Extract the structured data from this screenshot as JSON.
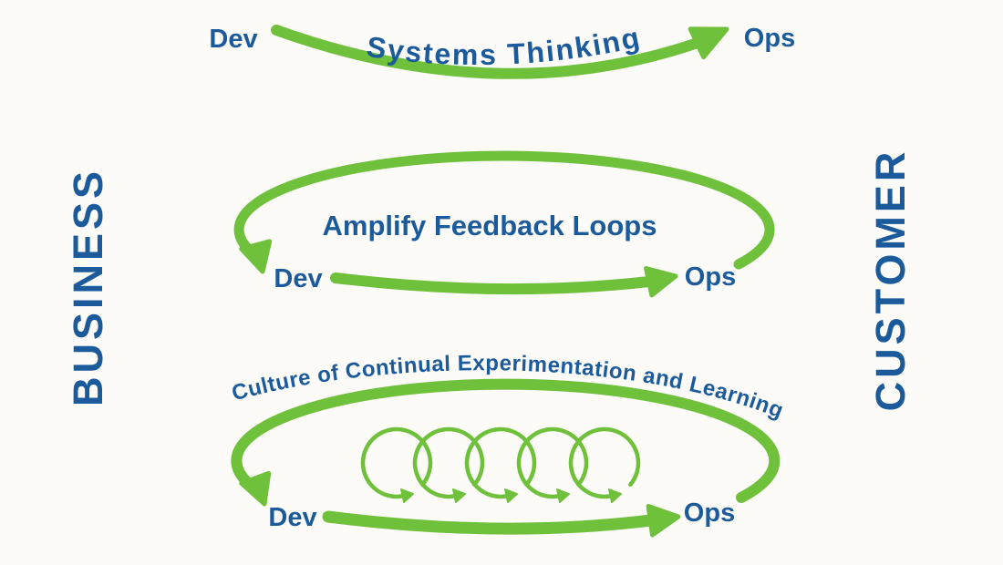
{
  "diagram": {
    "side_labels": {
      "left": "BUSINESS",
      "right": "CUSTOMER"
    },
    "ways": [
      {
        "title": "Systems Thinking",
        "left_label": "Dev",
        "right_label": "Ops"
      },
      {
        "title": "Amplify Feedback Loops",
        "left_label": "Dev",
        "right_label": "Ops"
      },
      {
        "title": "Culture of Continual Experimentation and Learning",
        "left_label": "Dev",
        "right_label": "Ops"
      }
    ],
    "colors": {
      "arrow_green": "#6fc13c",
      "text_blue": "#1b5a9b",
      "background": "#fcfbf8"
    }
  }
}
